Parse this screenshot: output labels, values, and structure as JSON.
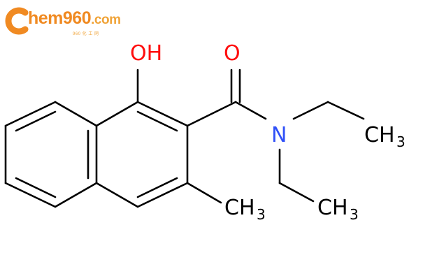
{
  "logo": {
    "brand_part1": "C",
    "brand_part2": "hem960",
    "brand_part3": ".com",
    "tagline": "960 化 工 网"
  },
  "molecule": {
    "labels": {
      "oh": "OH",
      "o": "O",
      "n": "N",
      "ch3_top": "CH",
      "ch3_top_sub": "3",
      "ch3_mid": "CH",
      "ch3_mid_sub": "3",
      "ch3_ring": "CH",
      "ch3_ring_sub": "3"
    },
    "colors": {
      "bond": "#000000",
      "oxygen": "#ff0d0d",
      "nitrogen": "#3050f8",
      "carbon": "#000000",
      "logo_orange": "#f08a22"
    }
  }
}
